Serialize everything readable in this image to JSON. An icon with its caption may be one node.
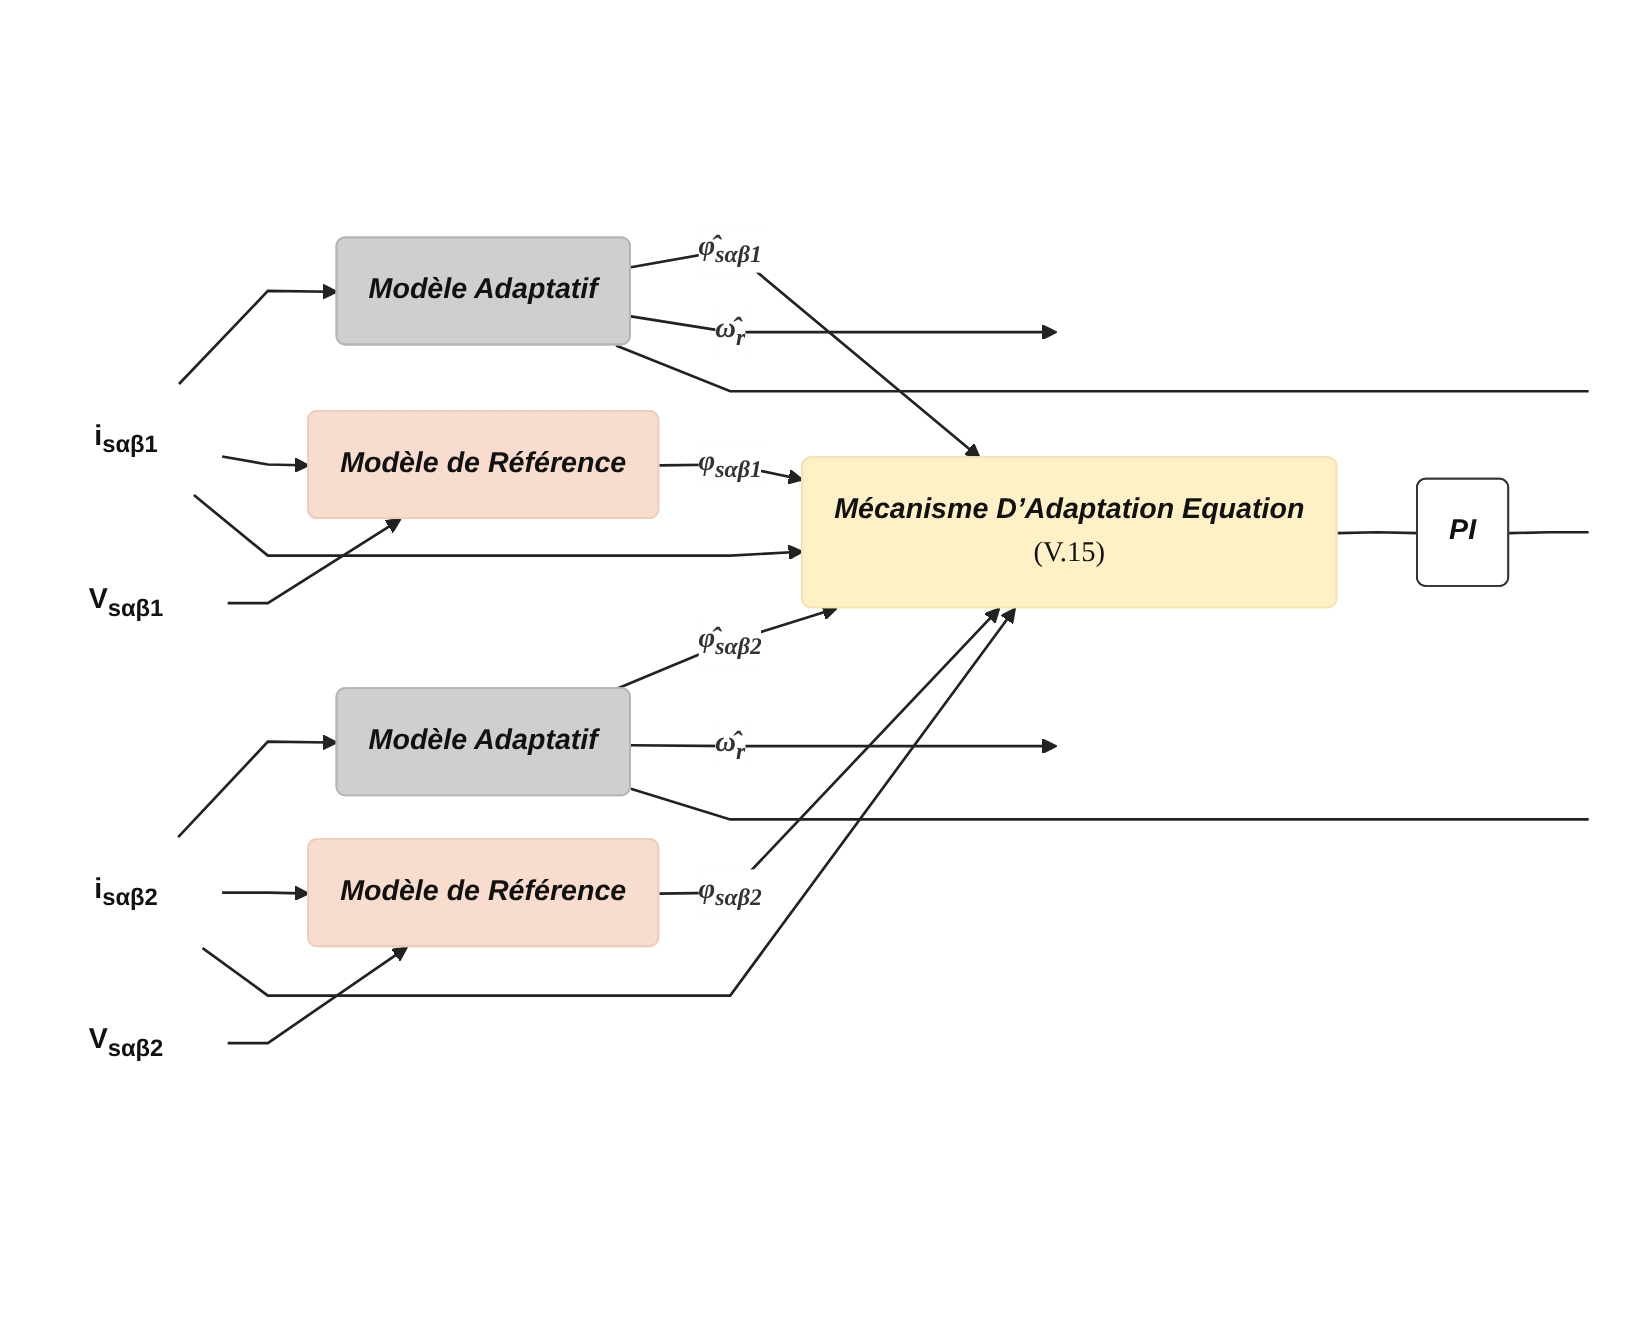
{
  "diagram": {
    "nodes": [
      {
        "text": [
          "Modèle Adaptatif"
        ]
      },
      {
        "text": [
          "Mécanisme D’Adaptation Equation",
          "(V.15)"
        ]
      },
      {
        "text": [
          "PI"
        ]
      },
      {
        "text": [
          "i$_{sαβ1}$"
        ]
      },
      {
        "text": [
          "Modèle de Référence"
        ]
      },
      {
        "text": [
          "V$_{sαβ1}$"
        ]
      },
      {
        "text": [
          "Modèle Adaptatif"
        ]
      },
      {
        "text": [
          "i$_{sαβ2}$"
        ]
      },
      {
        "text": [
          "Modèle de Référence"
        ]
      },
      {
        "text": [
          "V$_{sαβ2}$"
        ]
      }
    ],
    "edges": [
      {
        "from": 3,
        "to": 0,
        "arrow": "to"
      },
      {
        "from": 3,
        "to": 4,
        "arrow": "to"
      },
      {
        "from": 3,
        "to": 1,
        "arrow": "to"
      },
      {
        "from": 5,
        "to": 4,
        "arrow": "to"
      },
      {
        "from": 0,
        "to": 1,
        "arrow": "to",
        "label": "φ̂$_{sαβ1}$"
      },
      {
        "from": 4,
        "to": 1,
        "arrow": "to",
        "label": "φ$_{sαβ1}$"
      },
      {
        "from": 1,
        "to": 2,
        "arrow": "none"
      },
      {
        "from": 2,
        "to": null,
        "arrow": "none"
      },
      {
        "from": 0,
        "to": null,
        "arrow": "to",
        "label": "ω̂$_{r}$"
      },
      {
        "from": 0,
        "to": null,
        "arrow": "none"
      },
      {
        "from": 7,
        "to": 6,
        "arrow": "to"
      },
      {
        "from": 7,
        "to": 8,
        "arrow": "to"
      },
      {
        "from": 7,
        "to": 1,
        "arrow": "to"
      },
      {
        "from": 9,
        "to": 8,
        "arrow": "to"
      },
      {
        "from": 6,
        "to": 1,
        "arrow": "to",
        "label": "φ̂$_{sαβ2}$"
      },
      {
        "from": 8,
        "to": 1,
        "arrow": "to",
        "label": "φ$_{sαβ2}$"
      },
      {
        "from": 6,
        "to": null,
        "arrow": "to",
        "label": "ω̂$_{r}$"
      },
      {
        "from": 6,
        "to": null,
        "arrow": "none"
      }
    ]
  }
}
